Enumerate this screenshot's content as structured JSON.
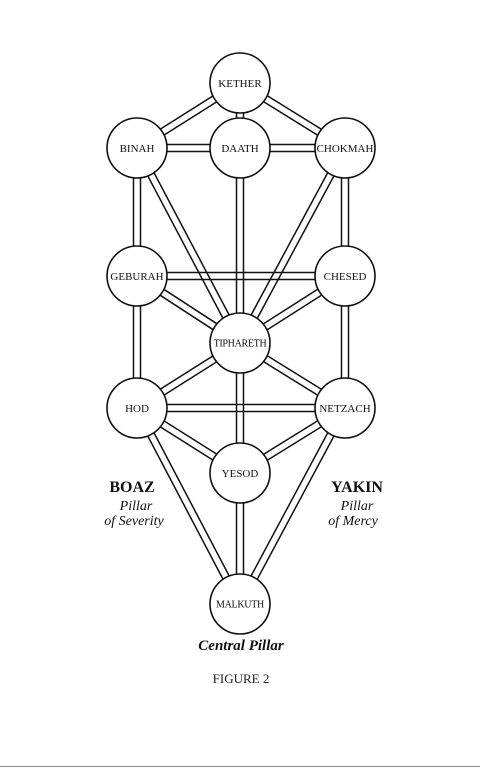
{
  "nodes": {
    "kether": "KETHER",
    "binah": "BINAH",
    "daath": "DAATH",
    "chokmah": "CHOKMAH",
    "geburah": "GEBURAH",
    "chesed": "CHESED",
    "tiphareth": "TIPHARETH",
    "hod": "HOD",
    "netzach": "NETZACH",
    "yesod": "YESOD",
    "malkuth": "MALKUTH"
  },
  "pillars": {
    "left_title": "BOAZ",
    "left_line1": "Pillar",
    "left_line2": "of Severity",
    "right_title": "YAKIN",
    "right_line1": "Pillar",
    "right_line2": "of Mercy",
    "central": "Central Pillar"
  },
  "caption": "FIGURE 2",
  "colors": {
    "ink": "#111111",
    "background": "#ffffff"
  }
}
